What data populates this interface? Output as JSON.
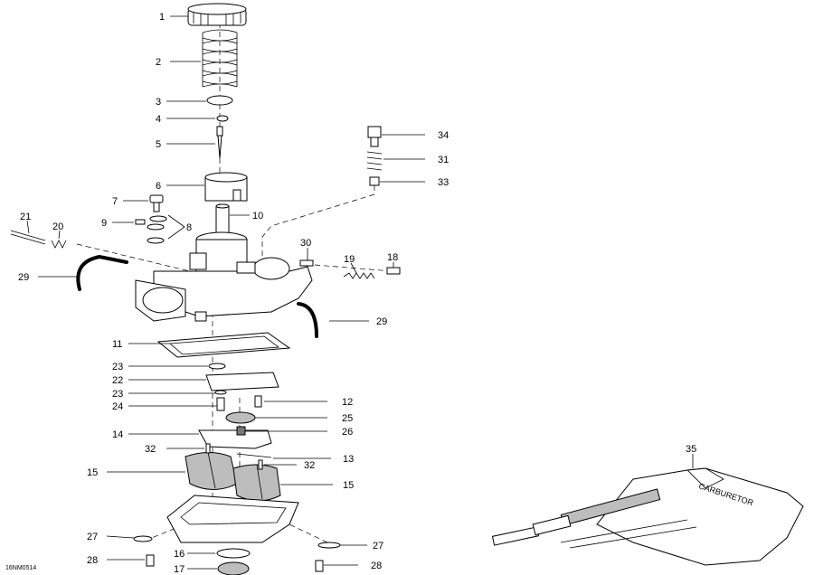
{
  "figure_code": "16NM0514",
  "kit_label": "CARBURETOR",
  "callouts": [
    {
      "id": "c1",
      "label": "1"
    },
    {
      "id": "c2",
      "label": "2"
    },
    {
      "id": "c3",
      "label": "3"
    },
    {
      "id": "c4",
      "label": "4"
    },
    {
      "id": "c5",
      "label": "5"
    },
    {
      "id": "c6",
      "label": "6"
    },
    {
      "id": "c7",
      "label": "7"
    },
    {
      "id": "c8",
      "label": "8"
    },
    {
      "id": "c9",
      "label": "9"
    },
    {
      "id": "c10",
      "label": "10"
    },
    {
      "id": "c11",
      "label": "11"
    },
    {
      "id": "c12",
      "label": "12"
    },
    {
      "id": "c13",
      "label": "13"
    },
    {
      "id": "c14",
      "label": "14"
    },
    {
      "id": "c15a",
      "label": "15"
    },
    {
      "id": "c15b",
      "label": "15"
    },
    {
      "id": "c16",
      "label": "16"
    },
    {
      "id": "c17",
      "label": "17"
    },
    {
      "id": "c18",
      "label": "18"
    },
    {
      "id": "c19",
      "label": "19"
    },
    {
      "id": "c20",
      "label": "20"
    },
    {
      "id": "c21",
      "label": "21"
    },
    {
      "id": "c22",
      "label": "22"
    },
    {
      "id": "c23a",
      "label": "23"
    },
    {
      "id": "c23b",
      "label": "23"
    },
    {
      "id": "c24",
      "label": "24"
    },
    {
      "id": "c25",
      "label": "25"
    },
    {
      "id": "c26",
      "label": "26"
    },
    {
      "id": "c27a",
      "label": "27"
    },
    {
      "id": "c27b",
      "label": "27"
    },
    {
      "id": "c28a",
      "label": "28"
    },
    {
      "id": "c28b",
      "label": "28"
    },
    {
      "id": "c29a",
      "label": "29"
    },
    {
      "id": "c29b",
      "label": "29"
    },
    {
      "id": "c30",
      "label": "30"
    },
    {
      "id": "c31",
      "label": "31"
    },
    {
      "id": "c32a",
      "label": "32"
    },
    {
      "id": "c32b",
      "label": "32"
    },
    {
      "id": "c33",
      "label": "33"
    },
    {
      "id": "c34",
      "label": "34"
    },
    {
      "id": "c35",
      "label": "35"
    }
  ]
}
